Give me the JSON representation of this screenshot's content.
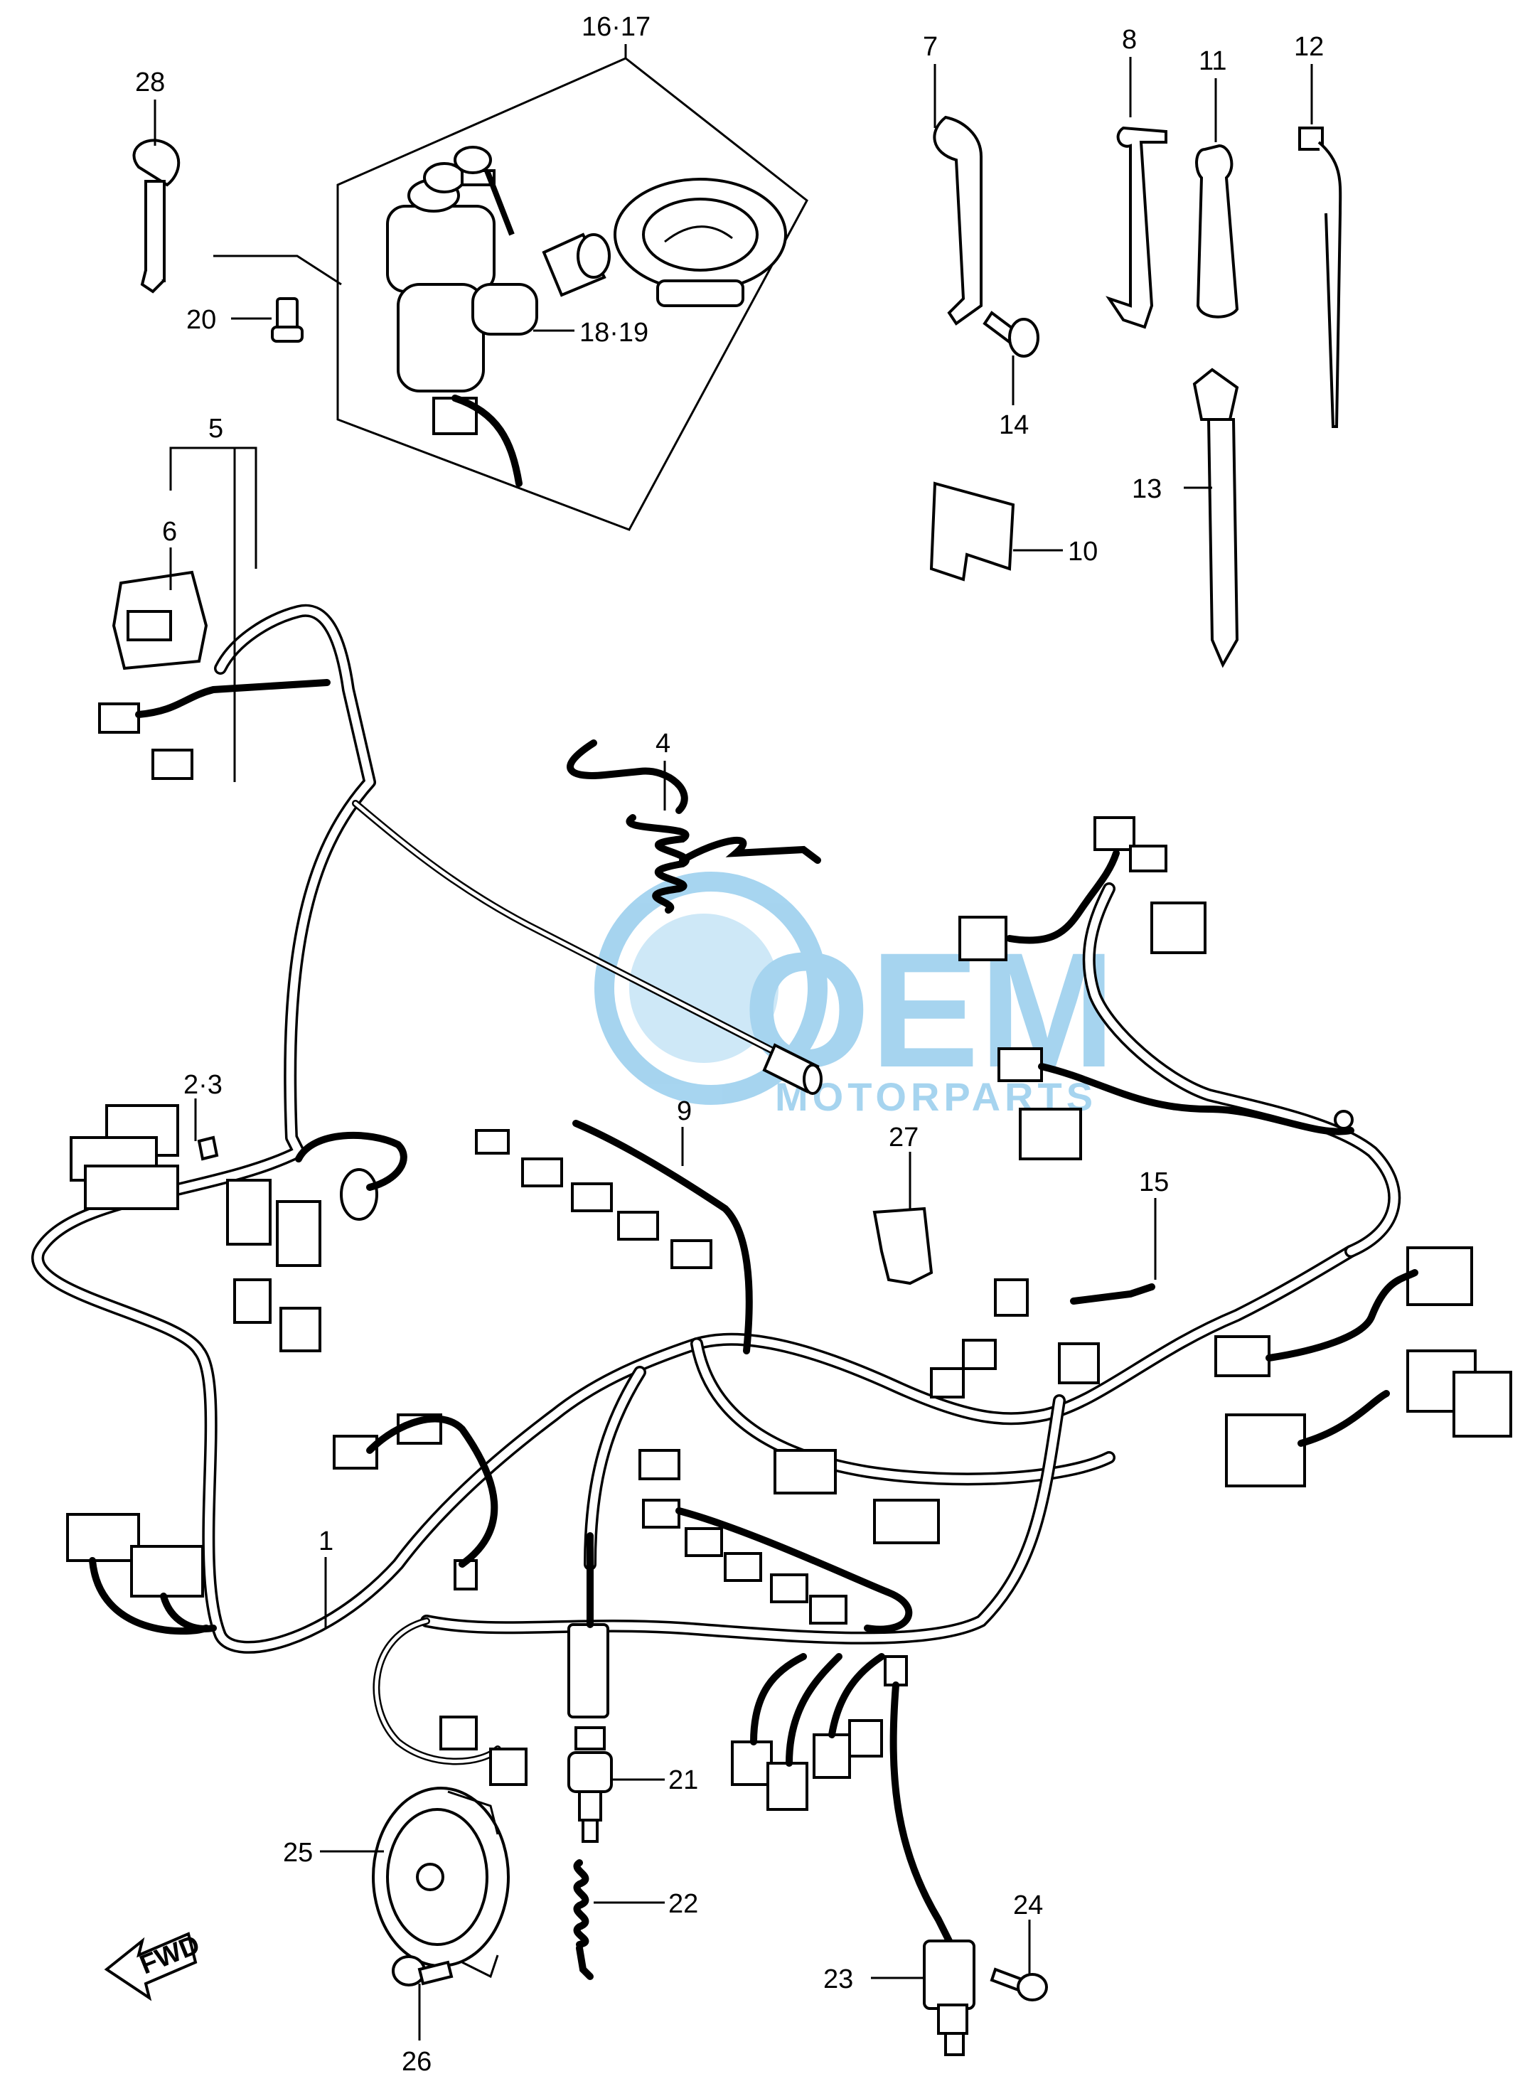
{
  "callouts": {
    "c1": "1",
    "c2_3": "2·3",
    "c4": "4",
    "c5": "5",
    "c6": "6",
    "c7": "7",
    "c8": "8",
    "c9": "9",
    "c10": "10",
    "c11": "11",
    "c12": "12",
    "c13": "13",
    "c14": "14",
    "c15": "15",
    "c16_17": "16·17",
    "c18_19": "18·19",
    "c20": "20",
    "c21": "21",
    "c22": "22",
    "c23": "23",
    "c24": "24",
    "c25": "25",
    "c26": "26",
    "c27": "27",
    "c28": "28"
  },
  "direction_marker": "FWD",
  "watermark": {
    "brand": "OEM",
    "sub": "MOTORPARTS",
    "color": "#5fb2e3"
  }
}
